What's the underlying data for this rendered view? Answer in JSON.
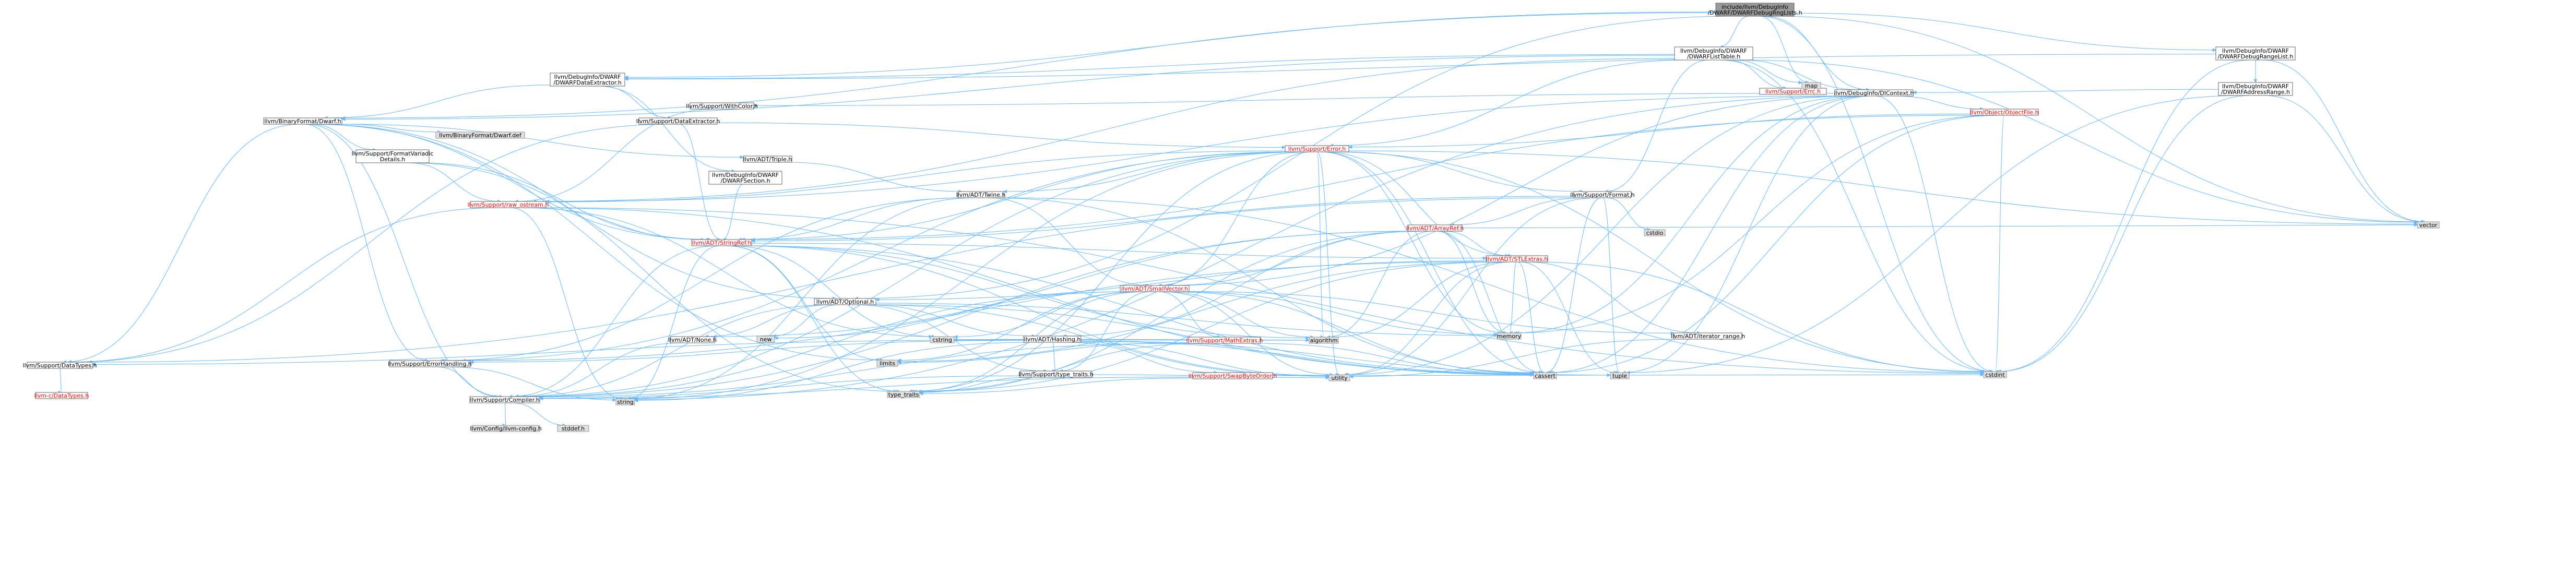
{
  "colors": {
    "root_fill": "#999999",
    "node_fill": "#ffffff",
    "system_fill": "#e0e0e0",
    "node_border": "#666666",
    "system_border": "#999999",
    "edge": "#63b8ff",
    "red_text": "#ff0000",
    "text": "#000000"
  },
  "nodes": [
    {
      "id": "root",
      "label": "include/llvm/DebugInfo\n/DWARF/DWARFDebugRngLists.h",
      "kind": "root"
    },
    {
      "id": "dwarflisttable",
      "label": "llvm/DebugInfo/DWARF\n/DWARFListTable.h",
      "kind": "normal"
    },
    {
      "id": "dwarfdebugrangelist",
      "label": "llvm/DebugInfo/DWARF\n/DWARFDebugRangeList.h",
      "kind": "normal"
    },
    {
      "id": "dwarfaddressrange",
      "label": "llvm/DebugInfo/DWARF\n/DWARFAddressRange.h",
      "kind": "normal"
    },
    {
      "id": "dicontext",
      "label": "llvm/DebugInfo/DIContext.h",
      "kind": "normal"
    },
    {
      "id": "dwarfdataextractor",
      "label": "llvm/DebugInfo/DWARF\n/DWARFDataExtractor.h",
      "kind": "normal"
    },
    {
      "id": "dwarfsection",
      "label": "llvm/DebugInfo/DWARF\n/DWARFSection.h",
      "kind": "normal"
    },
    {
      "id": "binaryformatdwarf",
      "label": "llvm/BinaryFormat/Dwarf.h",
      "kind": "normal"
    },
    {
      "id": "dwarfdef",
      "label": "llvm/BinaryFormat/Dwarf.def",
      "kind": "system"
    },
    {
      "id": "supportdataextractor",
      "label": "llvm/Support/DataExtractor.h",
      "kind": "normal"
    },
    {
      "id": "supportwithcolor",
      "label": "llvm/Support/WithColor.h",
      "kind": "normal"
    },
    {
      "id": "supporterrh",
      "label": "llvm/Support/Errc.h",
      "kind": "red"
    },
    {
      "id": "objectfile",
      "label": "llvm/Object/ObjectFile.h",
      "kind": "red"
    },
    {
      "id": "supporterror",
      "label": "llvm/Support/Error.h",
      "kind": "red"
    },
    {
      "id": "formatvariadic",
      "label": "llvm/Support/FormatVariadic\nDetails.h",
      "kind": "normal"
    },
    {
      "id": "adttriple",
      "label": "llvm/ADT/Triple.h",
      "kind": "normal"
    },
    {
      "id": "adttwine",
      "label": "llvm/ADT/Twine.h",
      "kind": "normal"
    },
    {
      "id": "supportformat",
      "label": "llvm/Support/Format.h",
      "kind": "normal"
    },
    {
      "id": "rawostream",
      "label": "llvm/Support/raw_ostream.h",
      "kind": "red"
    },
    {
      "id": "adtstringref",
      "label": "llvm/ADT/StringRef.h",
      "kind": "red"
    },
    {
      "id": "adtarrayref",
      "label": "llvm/ADT/ArrayRef.h",
      "kind": "red"
    },
    {
      "id": "adtstlextras",
      "label": "llvm/ADT/STLExtras.h",
      "kind": "red"
    },
    {
      "id": "adtsmallvector",
      "label": "llvm/ADT/SmallVector.h",
      "kind": "red"
    },
    {
      "id": "adtoptional",
      "label": "llvm/ADT/Optional.h",
      "kind": "normal"
    },
    {
      "id": "adtnone",
      "label": "llvm/ADT/None.h",
      "kind": "normal"
    },
    {
      "id": "adthashing",
      "label": "llvm/ADT/Hashing.h",
      "kind": "normal"
    },
    {
      "id": "mathextras",
      "label": "llvm/Support/MathExtras.h",
      "kind": "red"
    },
    {
      "id": "swapbyteorder",
      "label": "llvm/Support/SwapByteOrder.h",
      "kind": "red"
    },
    {
      "id": "typetraits",
      "label": "llvm/Support/type_traits.h",
      "kind": "normal"
    },
    {
      "id": "iteratorrange",
      "label": "llvm/ADT/iterator_range.h",
      "kind": "normal"
    },
    {
      "id": "errorhandling",
      "label": "llvm/Support/ErrorHandling.h",
      "kind": "normal"
    },
    {
      "id": "datatypes",
      "label": "llvm/Support/DataTypes.h",
      "kind": "normal"
    },
    {
      "id": "cdatatypes",
      "label": "llvm-c/DataTypes.h",
      "kind": "red"
    },
    {
      "id": "compiler",
      "label": "llvm/Support/Compiler.h",
      "kind": "normal"
    },
    {
      "id": "llvmconfig",
      "label": "llvm/Config/llvm-config.h",
      "kind": "system"
    },
    {
      "id": "stddef",
      "label": "stddef.h",
      "kind": "system"
    },
    {
      "id": "map",
      "label": "map",
      "kind": "system"
    },
    {
      "id": "vector",
      "label": "vector",
      "kind": "system"
    },
    {
      "id": "cstdint",
      "label": "cstdint",
      "kind": "system"
    },
    {
      "id": "cassert",
      "label": "cassert",
      "kind": "system"
    },
    {
      "id": "cstdio",
      "label": "cstdio",
      "kind": "system"
    },
    {
      "id": "tuple",
      "label": "tuple",
      "kind": "system"
    },
    {
      "id": "memory",
      "label": "memory",
      "kind": "system"
    },
    {
      "id": "string",
      "label": "string",
      "kind": "system"
    },
    {
      "id": "utility",
      "label": "utility",
      "kind": "system"
    },
    {
      "id": "typetraitsstd",
      "label": "type_traits",
      "kind": "system"
    },
    {
      "id": "algorithm",
      "label": "algorithm",
      "kind": "system"
    },
    {
      "id": "cstring",
      "label": "cstring",
      "kind": "system"
    },
    {
      "id": "limits",
      "label": "limits",
      "kind": "system"
    },
    {
      "id": "new",
      "label": "new",
      "kind": "system"
    }
  ],
  "edges": [
    [
      "root",
      "dwarflisttable"
    ],
    [
      "root",
      "dwarfdebugrangelist"
    ],
    [
      "root",
      "dicontext"
    ],
    [
      "root",
      "dwarfdataextractor"
    ],
    [
      "root",
      "binaryformatdwarf"
    ],
    [
      "root",
      "map"
    ],
    [
      "root",
      "vector"
    ],
    [
      "root",
      "cstdint"
    ],
    [
      "root",
      "adtoptional"
    ],
    [
      "dwarfdebugrangelist",
      "dwarfaddressrange"
    ],
    [
      "dwarfdebugrangelist",
      "vector"
    ],
    [
      "dwarfdebugrangelist",
      "cstdint"
    ],
    [
      "dwarfdebugrangelist",
      "dwarfdataextractor"
    ],
    [
      "dwarfaddressrange",
      "dicontext"
    ],
    [
      "dwarfaddressrange",
      "cstdint"
    ],
    [
      "dwarfaddressrange",
      "tuple"
    ],
    [
      "dwarfaddressrange",
      "vector"
    ],
    [
      "dwarflisttable",
      "binaryformatdwarf"
    ],
    [
      "dwarflisttable",
      "dicontext"
    ],
    [
      "dwarflisttable",
      "dwarfdataextractor"
    ],
    [
      "dwarflisttable",
      "supporterrh"
    ],
    [
      "dwarflisttable",
      "supporterror"
    ],
    [
      "dwarflisttable",
      "supportformat"
    ],
    [
      "dwarflisttable",
      "rawostream"
    ],
    [
      "dwarflisttable",
      "map"
    ],
    [
      "dwarflisttable",
      "cstdint"
    ],
    [
      "dwarflisttable",
      "vector"
    ],
    [
      "dicontext",
      "adtsmallvector"
    ],
    [
      "dicontext",
      "objectfile"
    ],
    [
      "dicontext",
      "supportwithcolor"
    ],
    [
      "dicontext",
      "rawostream"
    ],
    [
      "dicontext",
      "cassert"
    ],
    [
      "dicontext",
      "cstdint"
    ],
    [
      "dicontext",
      "memory"
    ],
    [
      "dicontext",
      "string"
    ],
    [
      "dicontext",
      "tuple"
    ],
    [
      "dicontext",
      "utility"
    ],
    [
      "dwarfdataextractor",
      "binaryformatdwarf"
    ],
    [
      "dwarfdataextractor",
      "dwarfsection"
    ],
    [
      "dwarfdataextractor",
      "supportdataextractor"
    ],
    [
      "dwarfsection",
      "adtstringref"
    ],
    [
      "binaryformatdwarf",
      "adtoptional"
    ],
    [
      "binaryformatdwarf",
      "adtstringref"
    ],
    [
      "binaryformatdwarf",
      "compiler"
    ],
    [
      "binaryformatdwarf",
      "datatypes"
    ],
    [
      "binaryformatdwarf",
      "errorhandling"
    ],
    [
      "binaryformatdwarf",
      "formatvariadic"
    ],
    [
      "binaryformatdwarf",
      "adttriple"
    ],
    [
      "binaryformatdwarf",
      "dwarfdef"
    ],
    [
      "binaryformatdwarf",
      "limits"
    ],
    [
      "supportdataextractor",
      "adtstringref"
    ],
    [
      "supportdataextractor",
      "datatypes"
    ],
    [
      "supportdataextractor",
      "supporterror"
    ],
    [
      "supportwithcolor",
      "rawostream"
    ],
    [
      "objectfile",
      "supporterror"
    ],
    [
      "objectfile",
      "cassert"
    ],
    [
      "objectfile",
      "cstdint"
    ],
    [
      "objectfile",
      "memory"
    ],
    [
      "objectfile",
      "adtstringref"
    ],
    [
      "supporterror",
      "adttwine"
    ],
    [
      "supporterror",
      "adtstringref"
    ],
    [
      "supporterror",
      "adtsmallvector"
    ],
    [
      "supporterror",
      "adtstlextras"
    ],
    [
      "supporterror",
      "supportformat"
    ],
    [
      "supporterror",
      "rawostream"
    ],
    [
      "supporterror",
      "errorhandling"
    ],
    [
      "supporterror",
      "compiler"
    ],
    [
      "supporterror",
      "algorithm"
    ],
    [
      "supporterror",
      "cassert"
    ],
    [
      "supporterror",
      "cstdint"
    ],
    [
      "supporterror",
      "memory"
    ],
    [
      "supporterror",
      "string"
    ],
    [
      "supporterror",
      "vector"
    ],
    [
      "supporterror",
      "utility"
    ],
    [
      "supporterror",
      "typetraitsstd"
    ],
    [
      "formatvariadic",
      "adtstringref"
    ],
    [
      "formatvariadic",
      "rawostream"
    ],
    [
      "formatvariadic",
      "typetraitsstd"
    ],
    [
      "adttriple",
      "adttwine"
    ],
    [
      "adttwine",
      "adtsmallvector"
    ],
    [
      "adttwine",
      "adtstringref"
    ],
    [
      "adttwine",
      "errorhandling"
    ],
    [
      "adttwine",
      "cassert"
    ],
    [
      "adttwine",
      "cstdint"
    ],
    [
      "adttwine",
      "string"
    ],
    [
      "supportformat",
      "adtarrayref"
    ],
    [
      "supportformat",
      "adtstringref"
    ],
    [
      "supportformat",
      "datatypes"
    ],
    [
      "supportformat",
      "cassert"
    ],
    [
      "supportformat",
      "cstdio"
    ],
    [
      "supportformat",
      "tuple"
    ],
    [
      "supportformat",
      "utility"
    ],
    [
      "rawostream",
      "adtstringref"
    ],
    [
      "rawostream",
      "datatypes"
    ],
    [
      "rawostream",
      "cassert"
    ],
    [
      "rawostream",
      "cstddef"
    ],
    [
      "rawostream",
      "cstdint"
    ],
    [
      "rawostream",
      "cstring"
    ],
    [
      "rawostream",
      "string"
    ],
    [
      "rawostream",
      "type_traits"
    ],
    [
      "adtstringref",
      "adtstlextras"
    ],
    [
      "adtstringref",
      "compiler"
    ],
    [
      "adtstringref",
      "algorithm"
    ],
    [
      "adtstringref",
      "cassert"
    ],
    [
      "adtstringref",
      "cstddef"
    ],
    [
      "adtstringref",
      "cstring"
    ],
    [
      "adtstringref",
      "limits"
    ],
    [
      "adtstringref",
      "string"
    ],
    [
      "adtstringref",
      "typetraitsstd"
    ],
    [
      "adtstringref",
      "utility"
    ],
    [
      "adtstringref",
      "adtiterator_range"
    ],
    [
      "adtarrayref",
      "adthashing"
    ],
    [
      "adtarrayref",
      "adtnone"
    ],
    [
      "adtarrayref",
      "adtsmallvector"
    ],
    [
      "adtarrayref",
      "adtstlextras"
    ],
    [
      "adtarrayref",
      "compiler"
    ],
    [
      "adtarrayref",
      "algorithm"
    ],
    [
      "adtarrayref",
      "cassert"
    ],
    [
      "adtarrayref",
      "memory"
    ],
    [
      "adtarrayref",
      "typetraitsstd"
    ],
    [
      "adtarrayref",
      "vector"
    ],
    [
      "adtstlextras",
      "adtoptional"
    ],
    [
      "adtstlextras",
      "iteratorrange"
    ],
    [
      "adtstlextras",
      "errorhandling"
    ],
    [
      "adtstlextras",
      "algorithm"
    ],
    [
      "adtstlextras",
      "cassert"
    ],
    [
      "adtstlextras",
      "cstdint"
    ],
    [
      "adtstlextras",
      "limits"
    ],
    [
      "adtstlextras",
      "memory"
    ],
    [
      "adtstlextras",
      "tuple"
    ],
    [
      "adtstlextras",
      "typetraitsstd"
    ],
    [
      "adtstlextras",
      "utility"
    ],
    [
      "adtsmallvector",
      "compiler"
    ],
    [
      "adtsmallvector",
      "mathextras"
    ],
    [
      "adtsmallvector",
      "typetraits"
    ],
    [
      "adtsmallvector",
      "algorithm"
    ],
    [
      "adtsmallvector",
      "cassert"
    ],
    [
      "adtsmallvector",
      "cstring"
    ],
    [
      "adtsmallvector",
      "memory"
    ],
    [
      "adtsmallvector",
      "new"
    ],
    [
      "adtsmallvector",
      "typetraitsstd"
    ],
    [
      "adtsmallvector",
      "utility"
    ],
    [
      "adtsmallvector",
      "limits"
    ],
    [
      "adtsmallvector",
      "iteratorrange"
    ],
    [
      "adtoptional",
      "adtnone"
    ],
    [
      "adtoptional",
      "adthashing"
    ],
    [
      "adtoptional",
      "compiler"
    ],
    [
      "adtoptional",
      "typetraits"
    ],
    [
      "adtoptional",
      "cassert"
    ],
    [
      "adtoptional",
      "memory"
    ],
    [
      "adtoptional",
      "new"
    ],
    [
      "adtoptional",
      "utility"
    ],
    [
      "adthashing",
      "datatypes"
    ],
    [
      "adthashing",
      "errorhandling"
    ],
    [
      "adthashing",
      "swapbyteorder"
    ],
    [
      "adthashing",
      "typetraits"
    ],
    [
      "adthashing",
      "algorithm"
    ],
    [
      "adthashing",
      "cassert"
    ],
    [
      "adthashing",
      "cstring"
    ],
    [
      "adthashing",
      "string"
    ],
    [
      "adthashing",
      "tuple"
    ],
    [
      "adthashing",
      "utility"
    ],
    [
      "mathextras",
      "compiler"
    ],
    [
      "mathextras",
      "algorithm"
    ],
    [
      "mathextras",
      "cassert"
    ],
    [
      "mathextras",
      "cstring"
    ],
    [
      "mathextras",
      "limits"
    ],
    [
      "mathextras",
      "typetraitsstd"
    ],
    [
      "swapbyteorder",
      "compiler"
    ],
    [
      "swapbyteorder",
      "cstdint"
    ],
    [
      "swapbyteorder",
      "typetraitsstd"
    ],
    [
      "typetraits",
      "compiler"
    ],
    [
      "typetraits",
      "typetraitsstd"
    ],
    [
      "typetraits",
      "utility"
    ],
    [
      "iteratorrange",
      "utility"
    ],
    [
      "errorhandling",
      "compiler"
    ],
    [
      "errorhandling",
      "string"
    ],
    [
      "datatypes",
      "cdatatypes"
    ],
    [
      "compiler",
      "llvmconfig"
    ],
    [
      "compiler",
      "stddef"
    ],
    [
      "adtnone",
      "compiler"
    ]
  ]
}
